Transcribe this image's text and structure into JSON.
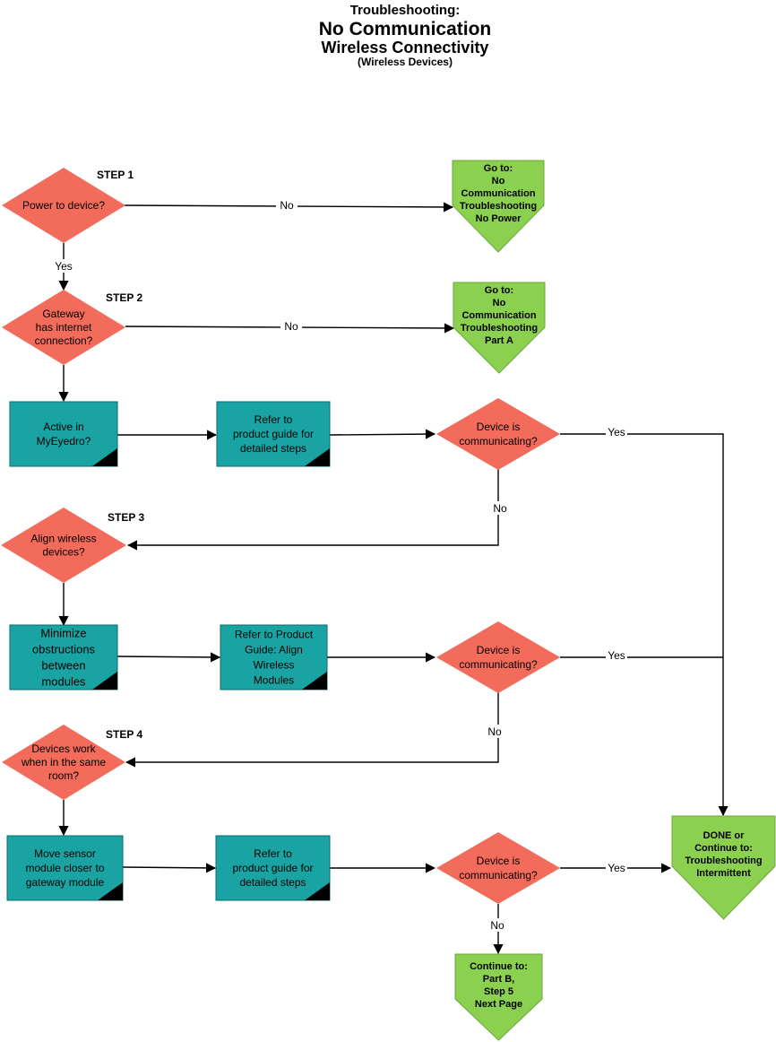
{
  "title": {
    "line1": "Troubleshooting:",
    "line2": "No Communication",
    "line3": "Wireless Connectivity",
    "line4": "(Wireless Devices)"
  },
  "colors": {
    "decision": "#F26B5B",
    "process": "#1AA3A3",
    "terminal": "#8CD04F",
    "line": "#000000"
  },
  "steps": [
    "STEP 1",
    "STEP 2",
    "STEP 3",
    "STEP 4"
  ],
  "nodes": {
    "d_power": [
      "Power to device?"
    ],
    "d_gateway": [
      "Gateway",
      "has internet",
      "connection?"
    ],
    "p_active": [
      "Active in",
      "MyEyedro?"
    ],
    "p_refer1": [
      "Refer to",
      "product guide for",
      "detailed steps"
    ],
    "d_comm1": [
      "Device is",
      "communicating?"
    ],
    "d_align": [
      "Align wireless",
      "devices?"
    ],
    "p_minimize": [
      "Minimize",
      "obstructions",
      "between",
      "modules"
    ],
    "p_refer2": [
      "Refer to Product",
      "Guide: Align",
      "Wireless",
      "Modules"
    ],
    "d_comm2": [
      "Device is",
      "communicating?"
    ],
    "d_same_room": [
      "Devices work",
      "when in the same",
      "room?"
    ],
    "p_move": [
      "Move sensor",
      "module closer to",
      "gateway module"
    ],
    "p_refer3": [
      "Refer to",
      "product guide for",
      "detailed steps"
    ],
    "d_comm3": [
      "Device is",
      "communicating?"
    ],
    "t_no_power": [
      "Go to:",
      "No",
      "Communication",
      "Troubleshooting",
      "No Power"
    ],
    "t_part_a": [
      "Go to:",
      "No",
      "Communication",
      "Troubleshooting",
      "Part A"
    ],
    "t_done": [
      "DONE or",
      "Continue to:",
      "Troubleshooting",
      "Intermittent"
    ],
    "t_part_b": [
      "Continue to:",
      "Part B,",
      "Step 5",
      "Next Page"
    ]
  },
  "edges": {
    "power_no": "No",
    "power_yes": "Yes",
    "gateway_no": "No",
    "comm1_yes": "Yes",
    "comm1_no": "No",
    "comm2_yes": "Yes",
    "comm2_no": "No",
    "comm3_yes": "Yes",
    "comm3_no": "No"
  }
}
